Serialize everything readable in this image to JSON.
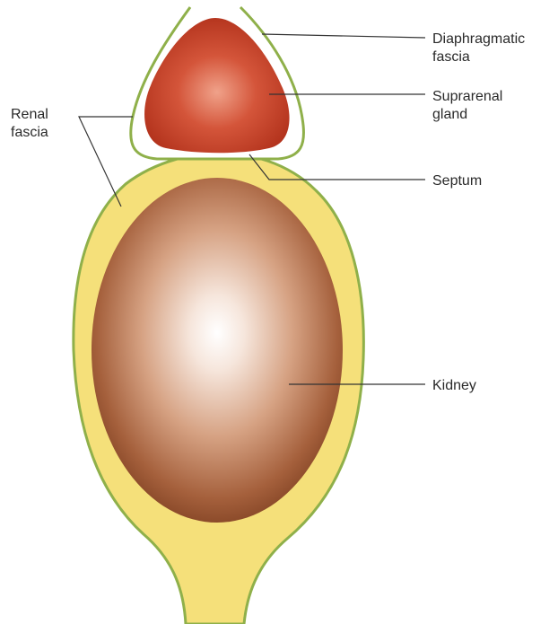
{
  "labels": {
    "renal_fascia": "Renal\nfascia",
    "diaphragmatic_fascia": "Diaphragmatic\nfascia",
    "suprarenal_gland": "Suprarenal\ngland",
    "septum": "Septum",
    "kidney": "Kidney"
  },
  "colors": {
    "fascia_outline": "#8fb04a",
    "fat_fill": "#f5e07a",
    "gland_fill": "#c0391e",
    "gland_highlight": "#e8846a",
    "kidney_center": "#ffffff",
    "kidney_mid": "#d9a98c",
    "kidney_edge": "#7a3c1e",
    "leader_line": "#333333"
  }
}
